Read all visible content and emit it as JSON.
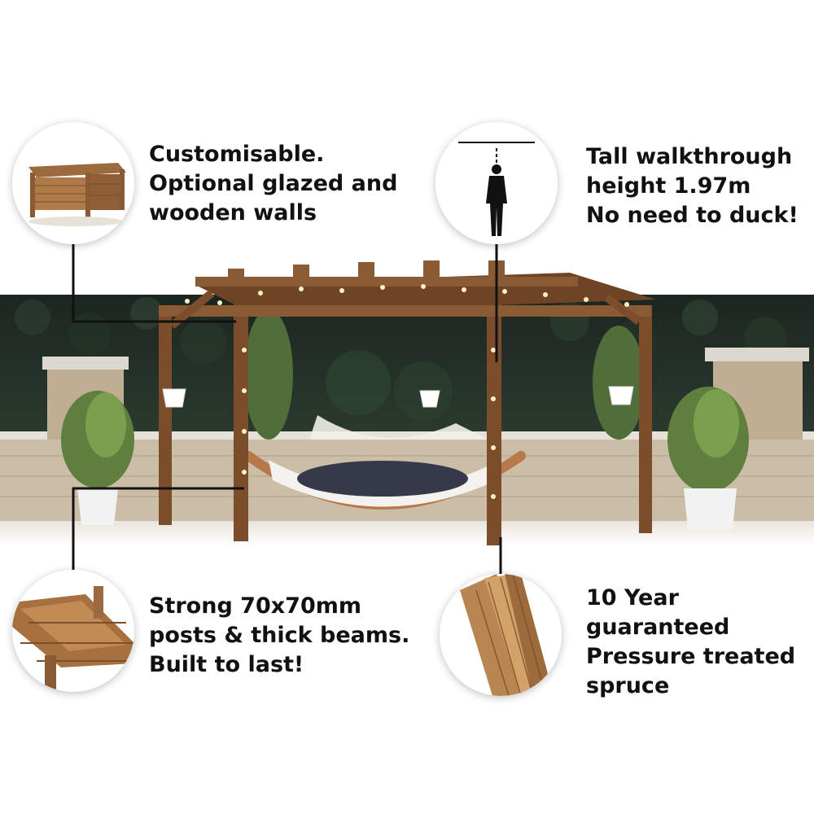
{
  "features": {
    "customisable": {
      "lines": [
        "Customisable.",
        "Optional glazed and",
        "wooden walls"
      ],
      "icon": "pergola-walls-icon"
    },
    "height": {
      "lines": [
        "Tall walkthrough",
        "height 1.97m",
        "No need to duck!"
      ],
      "icon": "person-height-icon"
    },
    "posts": {
      "lines": [
        "Strong 70x70mm",
        "posts & thick beams.",
        "Built to last!"
      ],
      "icon": "beam-closeup-icon"
    },
    "wood": {
      "lines": [
        "10 Year",
        "guaranteed",
        "Pressure treated",
        "spruce"
      ],
      "icon": "wood-grain-icon"
    }
  },
  "colors": {
    "text": "#111111",
    "wood": "#8a5a34",
    "hedge": "#1f2a22",
    "stone": "#cfc2ae"
  }
}
